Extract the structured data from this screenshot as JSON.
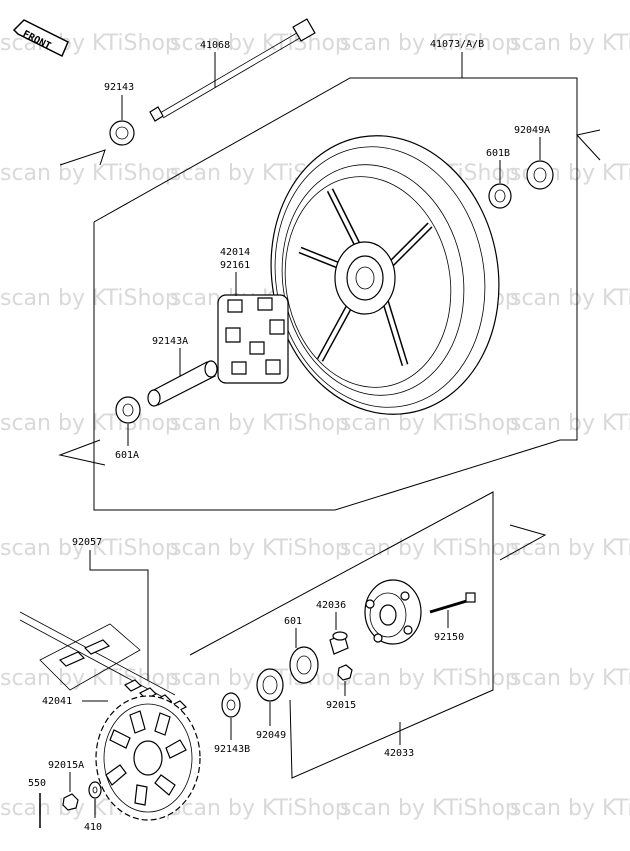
{
  "front_tag": "FRONT",
  "watermark": "scan by KTiShop",
  "labels": {
    "p41068": "41068",
    "p41073": "41073/A/B",
    "p92143": "92143",
    "p92049A": "92049A",
    "p601B": "601B",
    "p42014": "42014",
    "p92161": "92161",
    "p92143A": "92143A",
    "p601A": "601A",
    "p92057": "92057",
    "p42036": "42036",
    "p601": "601",
    "p92150": "92150",
    "p42041": "42041",
    "p92015": "92015",
    "p92049": "92049",
    "p92143B": "92143B",
    "p42033": "42033",
    "p92015A": "92015A",
    "p550": "550",
    "p410": "410"
  }
}
